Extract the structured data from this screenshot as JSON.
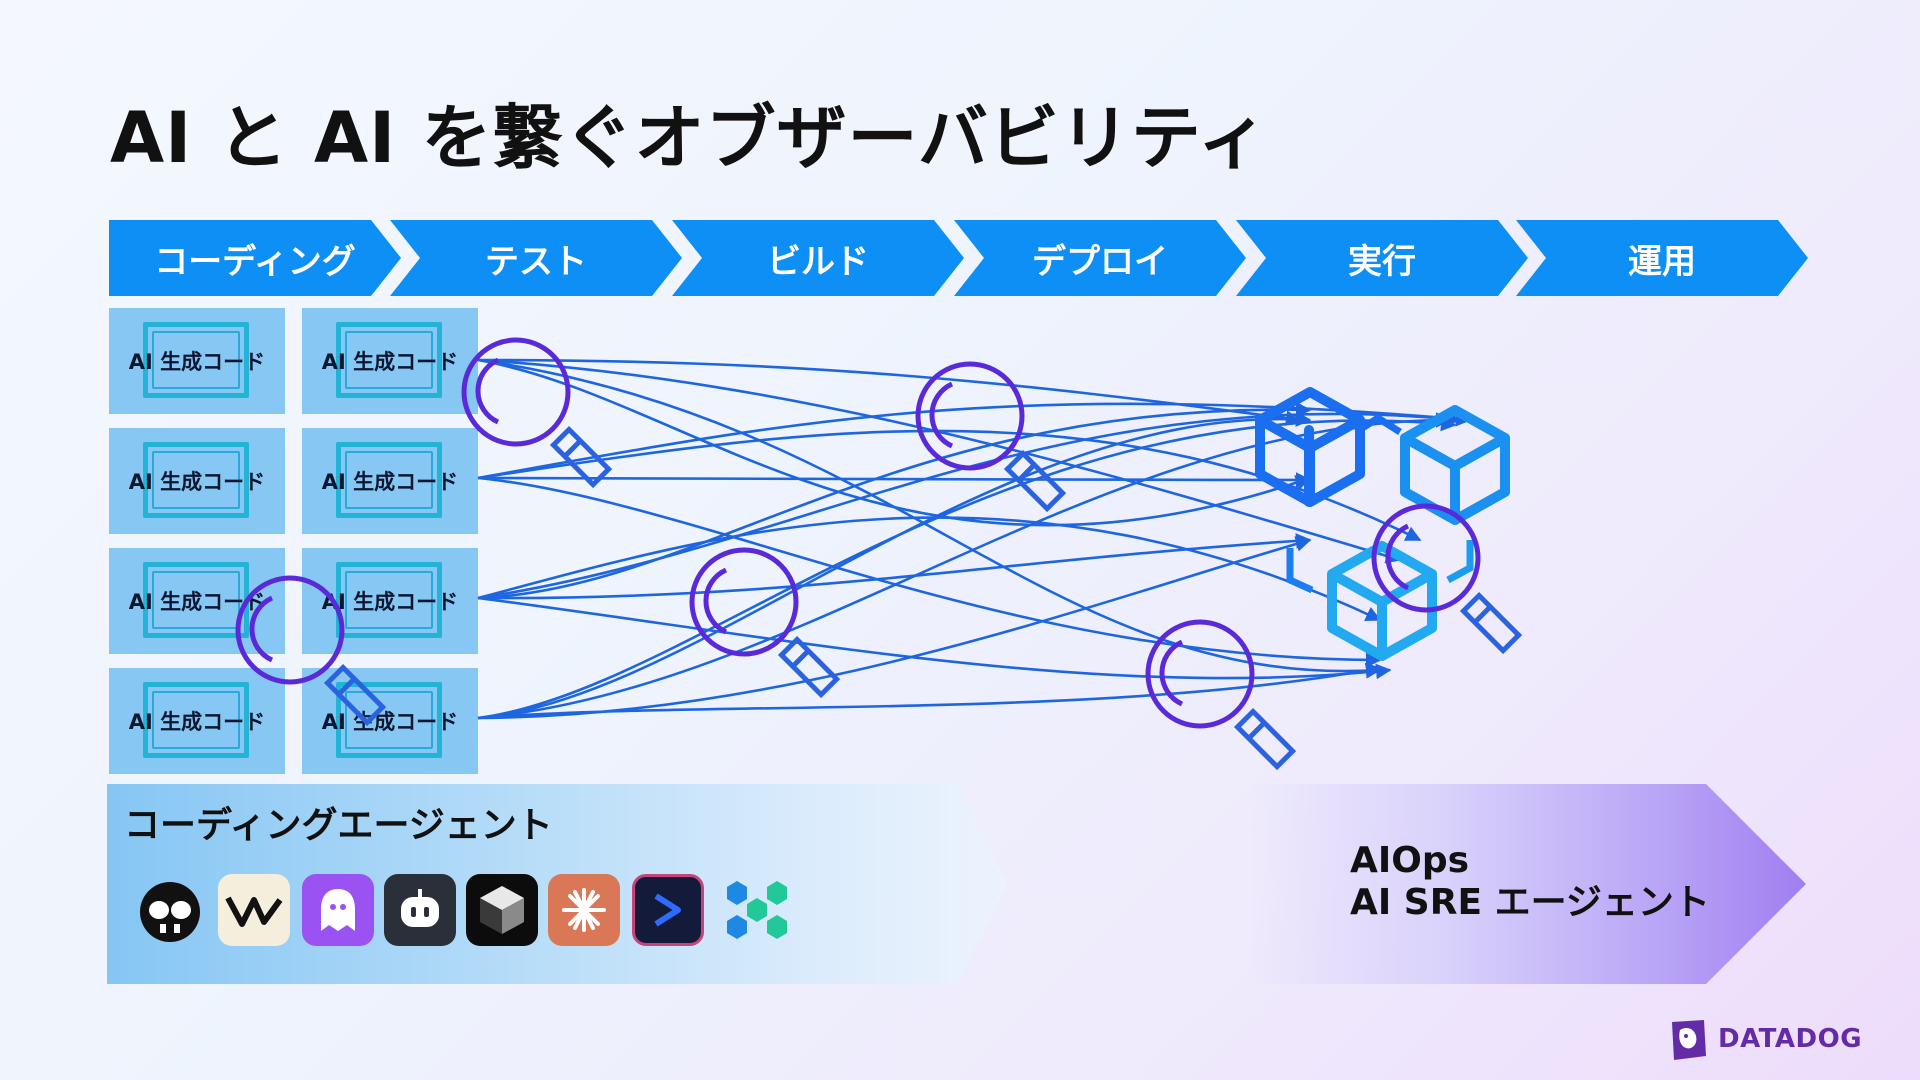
{
  "title": "AI と AI を繋ぐオブザーバビリティ",
  "stages": [
    "コーディング",
    "テスト",
    "ビルド",
    "デプロイ",
    "実行",
    "運用"
  ],
  "code_tile_label": "AI 生成コード",
  "coding_agents_title": "コーディングエージェント",
  "aiops": {
    "line1": "AIOps",
    "line2": "AI SRE エージェント"
  },
  "agent_icons": [
    "copilot-icon",
    "windsurf-icon",
    "ghost-icon",
    "bot-icon",
    "cursor-icon",
    "claude-icon",
    "devin-icon",
    "cluster-icon"
  ],
  "logo": "DATADOG",
  "colors": {
    "stage": "#0d8ff5",
    "flow_line": "#1e66e0",
    "magnifier": "#5a2ad8",
    "code_tile": "#87c7f3",
    "cube": "#1a86ee",
    "brand": "#632ca6"
  }
}
